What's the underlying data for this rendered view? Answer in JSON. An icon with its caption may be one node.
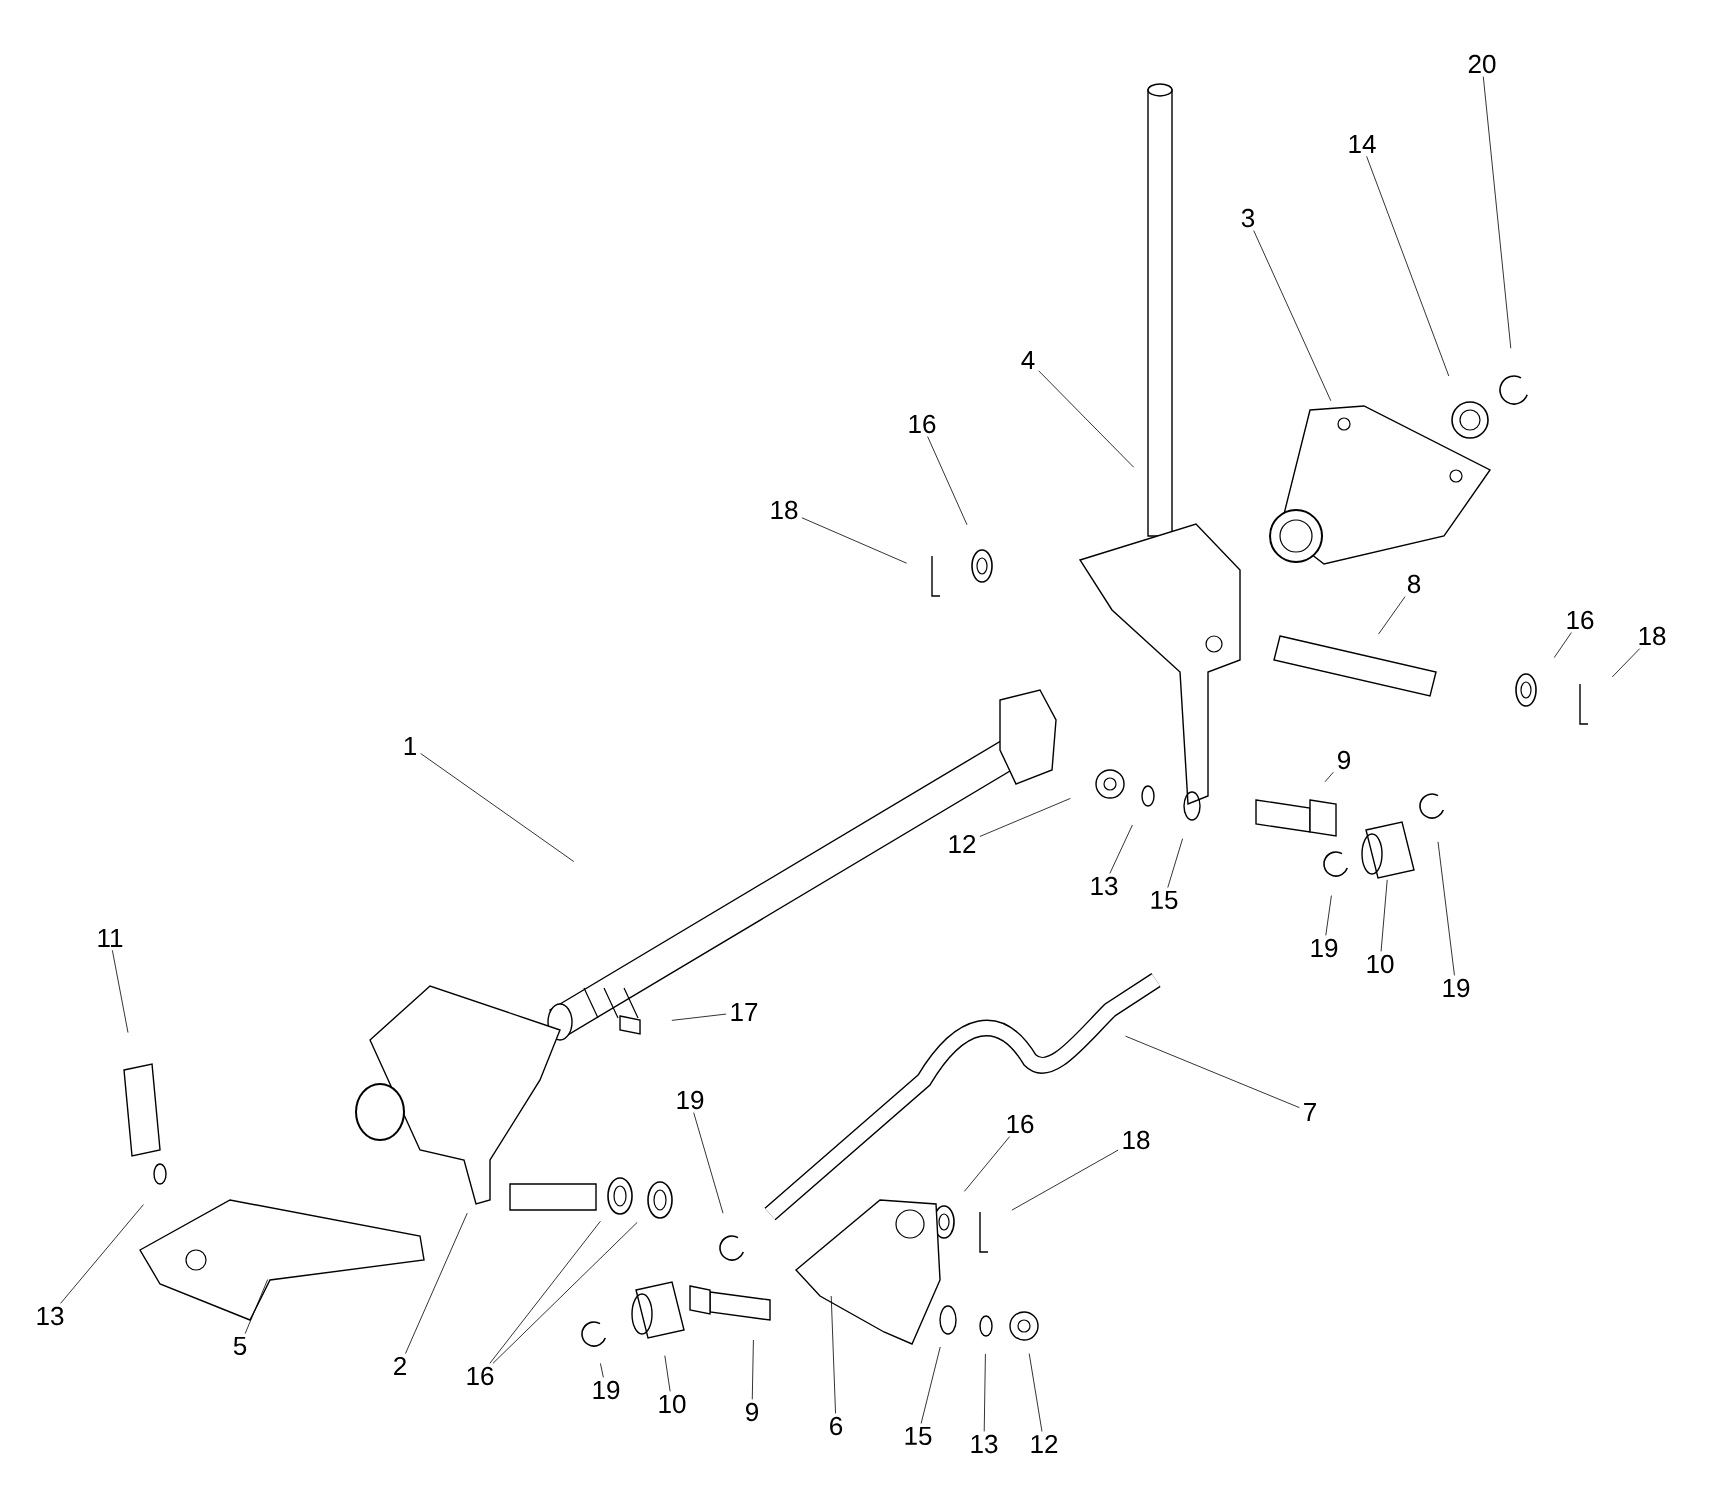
{
  "diagram": {
    "nodes": [
      {
        "text": [
          "1"
        ]
      },
      {
        "text": [
          "20"
        ]
      },
      {
        "text": [
          "14"
        ]
      },
      {
        "text": [
          "3"
        ]
      },
      {
        "text": [
          "4"
        ]
      },
      {
        "text": [
          "16"
        ]
      },
      {
        "text": [
          "18"
        ]
      },
      {
        "text": [
          "8"
        ]
      },
      {
        "text": [
          "16"
        ]
      },
      {
        "text": [
          "18"
        ]
      },
      {
        "text": [
          "9"
        ]
      },
      {
        "text": [
          "12"
        ]
      },
      {
        "text": [
          "13"
        ]
      },
      {
        "text": [
          "15"
        ]
      },
      {
        "text": [
          "19"
        ]
      },
      {
        "text": [
          "10"
        ]
      },
      {
        "text": [
          "19"
        ]
      },
      {
        "text": [
          "17"
        ]
      },
      {
        "text": [
          "11"
        ]
      },
      {
        "text": [
          "7"
        ]
      },
      {
        "text": [
          "19"
        ]
      },
      {
        "text": [
          "16"
        ]
      },
      {
        "text": [
          "18"
        ]
      },
      {
        "text": [
          "13"
        ]
      },
      {
        "text": [
          "5"
        ]
      },
      {
        "text": [
          "2"
        ]
      },
      {
        "text": [
          "16"
        ]
      },
      {
        "text": [
          "19"
        ]
      },
      {
        "text": [
          "10"
        ]
      },
      {
        "text": [
          "9"
        ]
      },
      {
        "text": [
          "6"
        ]
      },
      {
        "text": [
          "15"
        ]
      },
      {
        "text": [
          "13"
        ]
      },
      {
        "text": [
          "12"
        ]
      }
    ],
    "edges": [
      {
        "from": 0,
        "to": null,
        "arrow": "none"
      },
      {
        "from": 1,
        "to": null,
        "arrow": "none"
      },
      {
        "from": 2,
        "to": null,
        "arrow": "none"
      },
      {
        "from": 3,
        "to": null,
        "arrow": "none"
      },
      {
        "from": 4,
        "to": null,
        "arrow": "none"
      },
      {
        "from": 5,
        "to": null,
        "arrow": "none"
      },
      {
        "from": 6,
        "to": null,
        "arrow": "none"
      },
      {
        "from": 7,
        "to": null,
        "arrow": "none"
      },
      {
        "from": 8,
        "to": null,
        "arrow": "none"
      },
      {
        "from": 9,
        "to": null,
        "arrow": "none"
      },
      {
        "from": 10,
        "to": null,
        "arrow": "none"
      },
      {
        "from": 11,
        "to": null,
        "arrow": "none"
      },
      {
        "from": 12,
        "to": null,
        "arrow": "none"
      },
      {
        "from": 13,
        "to": null,
        "arrow": "none"
      },
      {
        "from": 14,
        "to": null,
        "arrow": "none"
      },
      {
        "from": 15,
        "to": null,
        "arrow": "none"
      },
      {
        "from": 16,
        "to": null,
        "arrow": "none"
      },
      {
        "from": 17,
        "to": null,
        "arrow": "none"
      },
      {
        "from": 18,
        "to": null,
        "arrow": "none"
      },
      {
        "from": 19,
        "to": null,
        "arrow": "none"
      },
      {
        "from": 20,
        "to": null,
        "arrow": "none"
      },
      {
        "from": 21,
        "to": null,
        "arrow": "none"
      },
      {
        "from": 22,
        "to": null,
        "arrow": "none"
      },
      {
        "from": 23,
        "to": null,
        "arrow": "none"
      },
      {
        "from": 24,
        "to": null,
        "arrow": "none"
      },
      {
        "from": 25,
        "to": null,
        "arrow": "none"
      },
      {
        "from": 26,
        "to": null,
        "arrow": "none"
      },
      {
        "from": 26,
        "to": null,
        "arrow": "none"
      },
      {
        "from": 27,
        "to": null,
        "arrow": "none"
      },
      {
        "from": 28,
        "to": null,
        "arrow": "none"
      },
      {
        "from": 29,
        "to": null,
        "arrow": "none"
      },
      {
        "from": 30,
        "to": null,
        "arrow": "none"
      },
      {
        "from": 31,
        "to": null,
        "arrow": "none"
      },
      {
        "from": 32,
        "to": null,
        "arrow": "none"
      },
      {
        "from": 33,
        "to": null,
        "arrow": "none"
      }
    ]
  }
}
